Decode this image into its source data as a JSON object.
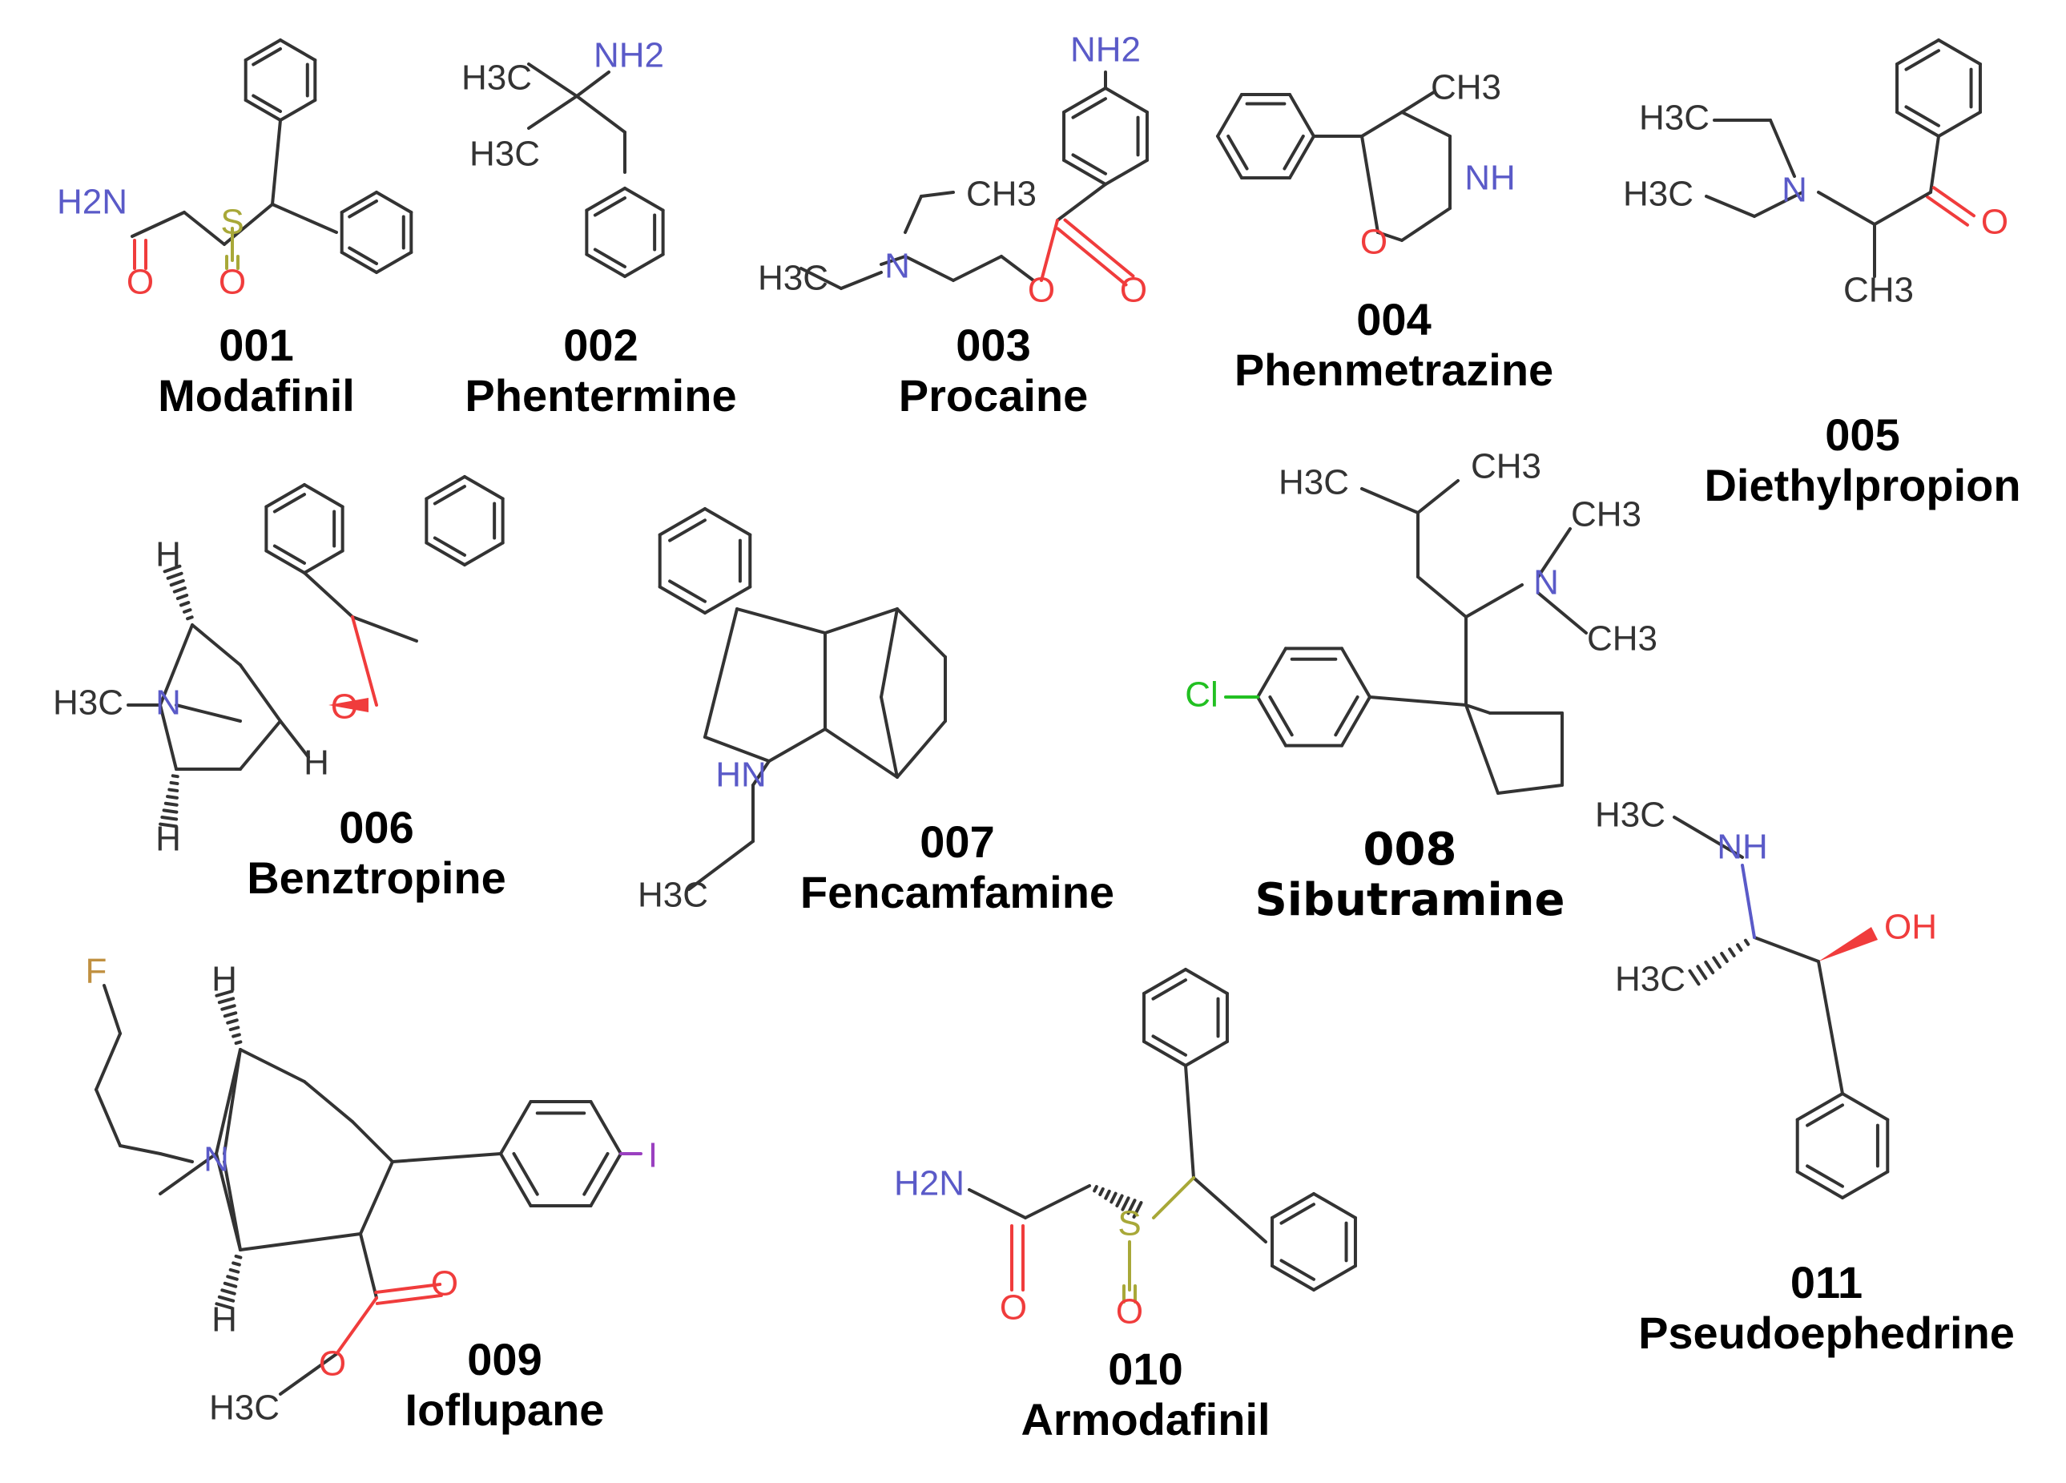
{
  "title": "",
  "colors": {
    "bond": "#333333",
    "nitrogen": "#5a5ac8",
    "oxygen": "#f03c3c",
    "sulfur": "#a8a838",
    "chlorine": "#22c022",
    "fluorine": "#c09040",
    "iodine": "#9a40c0",
    "caption": "#000000"
  },
  "compounds": [
    {
      "id": "001",
      "name": "Modafinil"
    },
    {
      "id": "002",
      "name": "Phentermine"
    },
    {
      "id": "003",
      "name": "Procaine"
    },
    {
      "id": "004",
      "name": "Phenmetrazine"
    },
    {
      "id": "005",
      "name": "Diethylpropion"
    },
    {
      "id": "006",
      "name": "Benztropine"
    },
    {
      "id": "007",
      "name": "Fencamfamine"
    },
    {
      "id": "008",
      "name": "Sibutramine"
    },
    {
      "id": "009",
      "name": "Ioflupane"
    },
    {
      "id": "010",
      "name": "Armodafinil"
    },
    {
      "id": "011",
      "name": "Pseudoephedrine"
    }
  ],
  "atom_labels": {
    "c001": {
      "nh2": "H2N",
      "s": "S",
      "o_sulfinyl": "O",
      "o_amide": "O"
    },
    "c002": {
      "nh2": "NH2",
      "ch3_a": "H3C",
      "ch3_b": "H3C"
    },
    "c003": {
      "nh2": "NH2",
      "ch3_a": "CH3",
      "ch3_b": "H3C",
      "n": "N",
      "o_ester": "O",
      "o_carbonyl": "O"
    },
    "c004": {
      "ch3": "CH3",
      "nh": "NH",
      "o": "O"
    },
    "c005": {
      "ch3_a": "H3C",
      "ch3_b": "H3C",
      "ch3_c": "CH3",
      "n": "N",
      "o": "O"
    },
    "c006": {
      "h_top": "H",
      "h_bottom": "H",
      "h_right": "H",
      "ch3": "H3C",
      "n": "N",
      "o": "O"
    },
    "c007": {
      "hn": "HN",
      "ch3": "H3C"
    },
    "c008": {
      "ch3_a": "CH3",
      "ch3_b": "H3C",
      "ch3_c": "CH3",
      "ch3_d": "CH3",
      "n": "N",
      "cl": "Cl"
    },
    "c009": {
      "f": "F",
      "h_top": "H",
      "h_bottom": "H",
      "n": "N",
      "i": "I",
      "o_carbonyl": "O",
      "o_ester": "O",
      "ch3": "H3C"
    },
    "c010": {
      "nh2": "H2N",
      "s": "S",
      "o_sulfinyl": "O",
      "o_amide": "O"
    },
    "c011": {
      "ch3_a": "H3C",
      "ch3_b": "H3C",
      "nh": "NH",
      "oh": "OH"
    }
  }
}
